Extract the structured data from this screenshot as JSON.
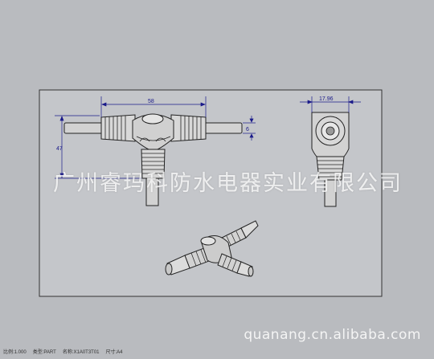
{
  "drawing": {
    "dimensions": {
      "front_width": "58",
      "front_height": "47",
      "front_tube": "6",
      "side_width": "17.96"
    },
    "watermark": "广州睿玛科防水电器实业有限公司",
    "footer_url": "quanang.cn.alibaba.com"
  },
  "status_bar": {
    "scale": "比例:1.000",
    "type": "类型:PART",
    "name": "名称:X1A0T3T01",
    "size": "尺寸:A4"
  },
  "colors": {
    "background": "#b9bbbf",
    "sheet": "#c4c6ca",
    "dimension": "#1a1a8a",
    "outline": "#222222",
    "body_fill": "#d2d2d2"
  }
}
